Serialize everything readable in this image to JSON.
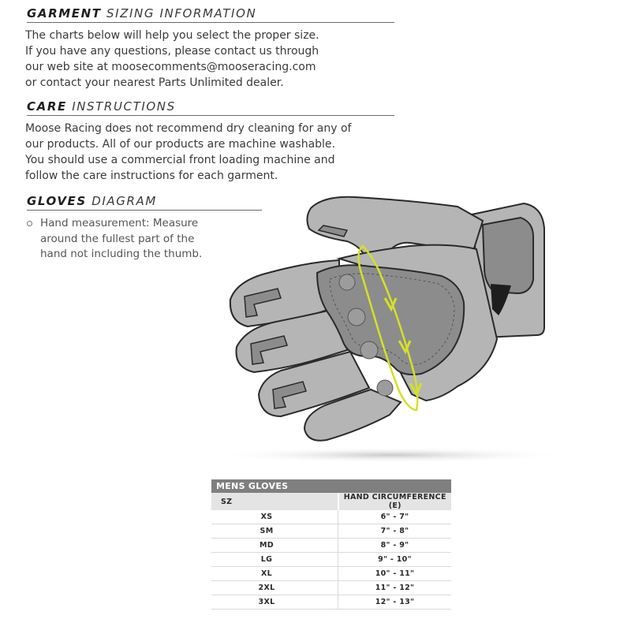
{
  "garment": {
    "heading_strong": "GARMENT",
    "heading_light": "SIZING INFORMATION",
    "lines": [
      "The charts below will help you select the proper size.",
      "If you have any questions, please contact us through",
      "our web site at moosecomments@mooseracing.com",
      "or contact your nearest Parts Unlimited dealer."
    ]
  },
  "care": {
    "heading_strong": "CARE",
    "heading_light": "INSTRUCTIONS",
    "lines": [
      "Moose Racing does not recommend dry cleaning for any of",
      "our products. All of our products are machine washable.",
      "You should use a commercial front loading machine and",
      "follow the care instructions for each garment."
    ]
  },
  "gloves": {
    "heading_strong": "GLOVES",
    "heading_light": "DIAGRAM",
    "bullet_lines": [
      "Hand measurement: Measure",
      "around the fullest part of the",
      "hand not including the thumb."
    ]
  },
  "diagram": {
    "glove_color": "#b5b5b5",
    "glove_dark": "#8c8c8c",
    "outline_color": "#2a2a2a",
    "measure_color": "#d4e029"
  },
  "table": {
    "title": "MENS GLOVES",
    "col_size": "SZ",
    "col_measure": "HAND CIRCUMFERENCE (E)",
    "rows": [
      {
        "size": "XS",
        "value": "6\" - 7\""
      },
      {
        "size": "SM",
        "value": "7\" - 8\""
      },
      {
        "size": "MD",
        "value": "8\" - 9\""
      },
      {
        "size": "LG",
        "value": "9\" - 10\""
      },
      {
        "size": "XL",
        "value": "10\" - 11\""
      },
      {
        "size": "2XL",
        "value": "11\" - 12\""
      },
      {
        "size": "3XL",
        "value": "12\" - 13\""
      }
    ]
  }
}
